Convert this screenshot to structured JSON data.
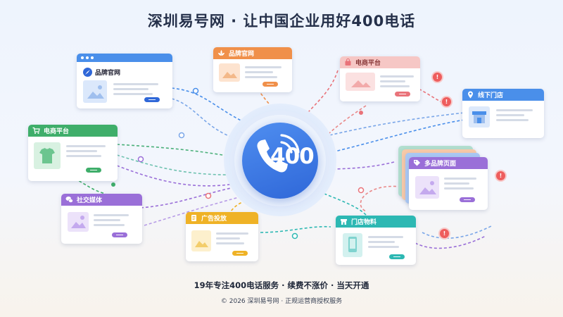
{
  "title": "深圳易号网 · 让中国企业用好400电话",
  "center": {
    "number": "400",
    "icon": "phone-icon"
  },
  "nodes": {
    "brand_site_left": {
      "label": "品牌官网",
      "icon": "compass-icon",
      "color": "#4a8fea"
    },
    "brand_site_top": {
      "label": "品牌官网",
      "icon": "lotus-icon",
      "color": "#f0904a"
    },
    "ecommerce_top": {
      "label": "电商平台",
      "icon": "shopping-bag-icon",
      "color": "#e9737a"
    },
    "offline_store": {
      "label": "线下门店",
      "icon": "location-pin-icon",
      "color": "#4a8fea"
    },
    "ecommerce_left": {
      "label": "电商平台",
      "icon": "shopping-cart-icon",
      "color": "#3fae6a"
    },
    "multi_brand": {
      "label": "多品牌页面",
      "icon": "tag-icon",
      "color": "#9a6fd8"
    },
    "social_media": {
      "label": "社交媒体",
      "icon": "chat-bubbles-icon",
      "color": "#9a6fd8"
    },
    "advertising": {
      "label": "广告投放",
      "icon": "document-icon",
      "color": "#efb226"
    },
    "store_materials": {
      "label": "门店物料",
      "icon": "storefront-icon",
      "color": "#2db8b3"
    }
  },
  "footer": {
    "slogan": "19年专注400电话服务 · 续费不涨价 · 当天开通",
    "copyright": "© 2026 深圳易号网 · 正规运营商授权服务"
  }
}
